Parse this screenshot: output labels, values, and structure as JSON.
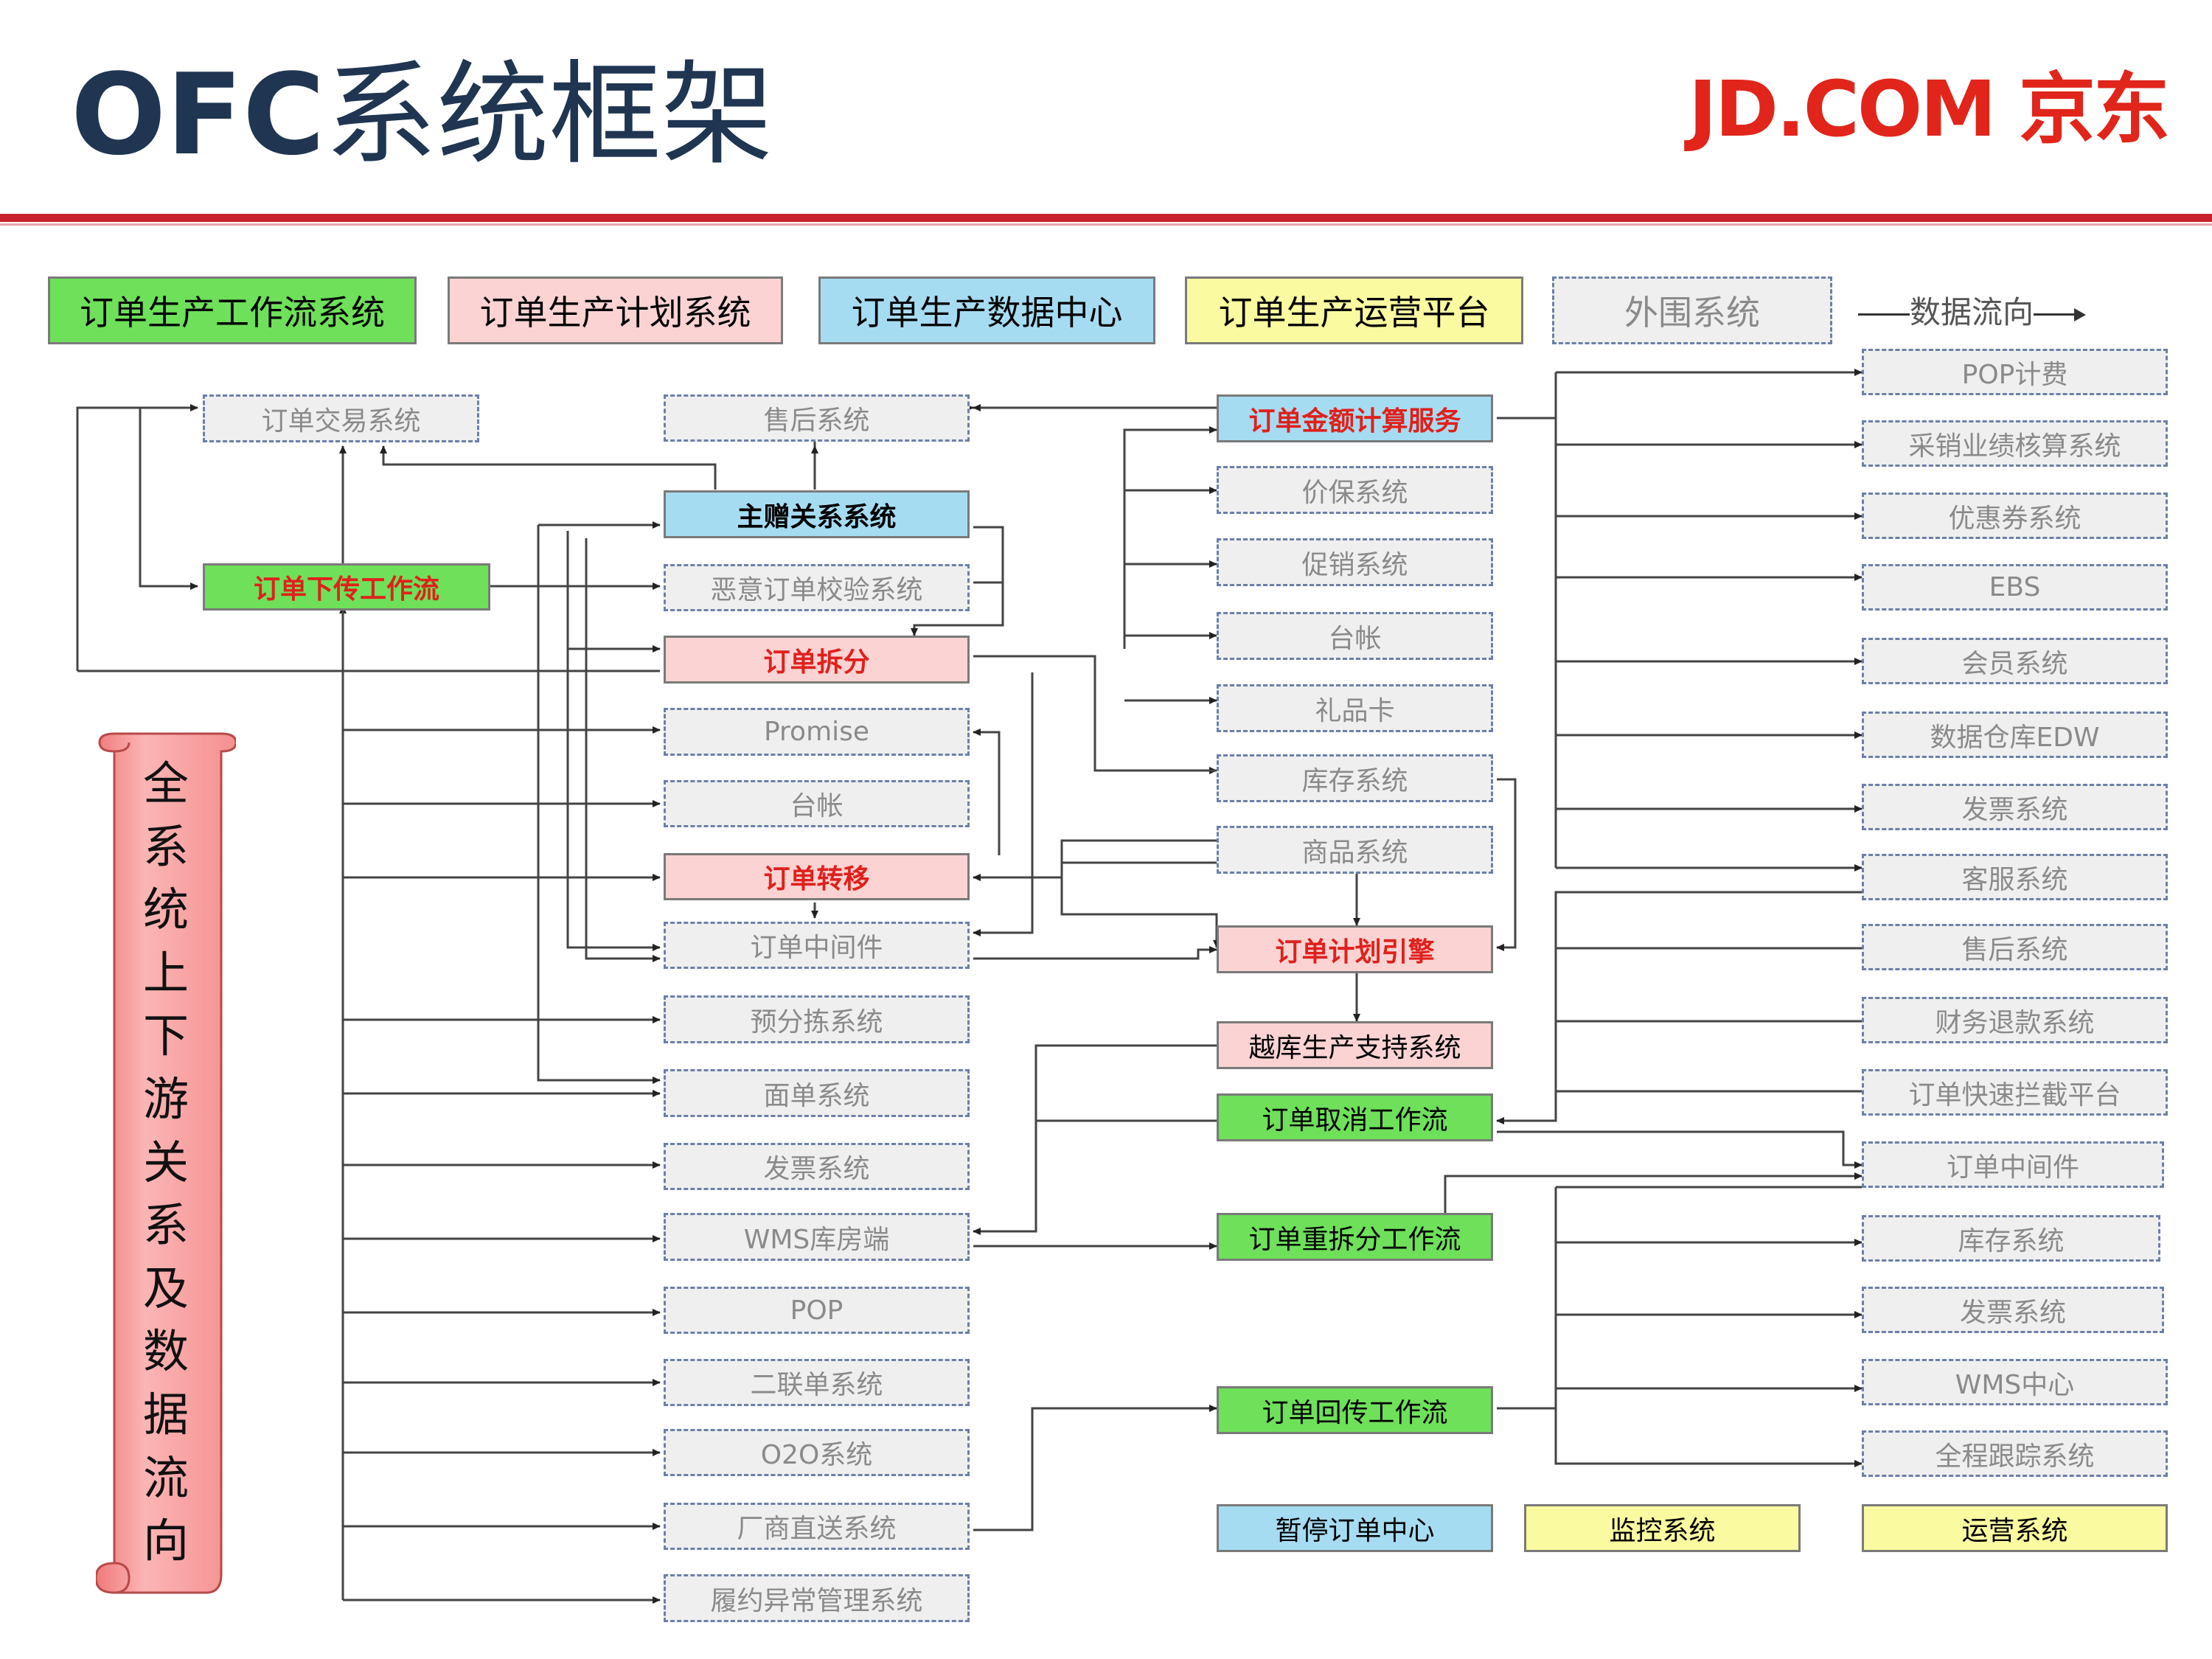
{
  "title": {
    "en": "OFC",
    "cn": "系统框架"
  },
  "logo": "JD.COM 京东",
  "legend": {
    "workflow": "订单生产工作流系统",
    "plan": "订单生产计划系统",
    "datacenter": "订单生产数据中心",
    "ops": "订单生产运营平台",
    "external": "外围系统",
    "flow": "数据流向"
  },
  "scroll_text": "全系统上下游关系及数据流向",
  "left": {
    "trade": "订单交易系统",
    "dispatch": "订单下传工作流"
  },
  "middle": {
    "aftersale": "售后系统",
    "gift": "主赠关系系统",
    "fraud": "恶意订单校验系统",
    "split": "订单拆分",
    "promise": "Promise",
    "ledger": "台帐",
    "transfer": "订单转移",
    "middleware": "订单中间件",
    "presort": "预分拣系统",
    "waybill": "面单系统",
    "invoice": "发票系统",
    "wms": "WMS库房端",
    "pop": "POP",
    "duplicate": "二联单系统",
    "o2o": "O2O系统",
    "direct": "厂商直送系统",
    "exception": "履约异常管理系统"
  },
  "center": {
    "amount": "订单金额计算服务",
    "price_protect": "价保系统",
    "promotion": "促销系统",
    "ledger": "台帐",
    "giftcard": "礼品卡",
    "inventory": "库存系统",
    "product": "商品系统",
    "engine": "订单计划引擎",
    "cross_dc": "越库生产支持系统",
    "cancel": "订单取消工作流",
    "resplit": "订单重拆分工作流",
    "callback": "订单回传工作流",
    "pause": "暂停订单中心",
    "monitor": "监控系统",
    "operations": "运营系统"
  },
  "right": [
    "POP计费",
    "采销业绩核算系统",
    "优惠券系统",
    "EBS",
    "会员系统",
    "数据仓库EDW",
    "发票系统",
    "客服系统",
    "售后系统",
    "财务退款系统",
    "订单快速拦截平台",
    "订单中间件",
    "库存系统",
    "发票系统",
    "WMS中心",
    "全程跟踪系统"
  ],
  "colors": {
    "title": "#1f3551",
    "brand": "#e1251b",
    "workflow_green": "#6ee05a",
    "plan_pink": "#fbd3d3",
    "datacenter_blue": "#a6dcf2",
    "ops_yellow": "#fafaa0",
    "external_grey": "#efefef"
  }
}
